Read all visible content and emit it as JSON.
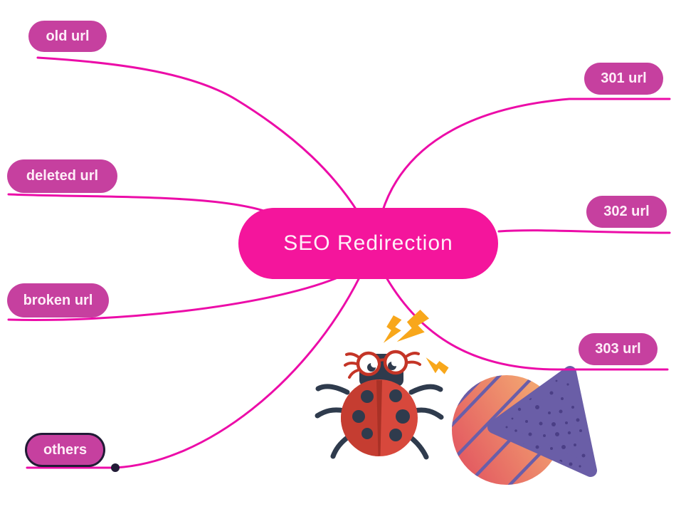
{
  "page": {
    "title": "SEO Redirection mind map",
    "background": "#ffffff"
  },
  "center": {
    "label": "SEO Redirection",
    "fill": "#f4159c",
    "text_color": "#feeff8"
  },
  "branches": {
    "left": [
      {
        "id": "old-url",
        "label": "old url"
      },
      {
        "id": "deleted-url",
        "label": "deleted url"
      },
      {
        "id": "broken-url",
        "label": "broken url"
      },
      {
        "id": "others",
        "label": "others",
        "outlined": true
      }
    ],
    "right": [
      {
        "id": "301-url",
        "label": "301 url"
      },
      {
        "id": "302-url",
        "label": "302 url"
      },
      {
        "id": "303-url",
        "label": "303 url"
      }
    ]
  },
  "colors": {
    "node_fill": "#c6409f",
    "node_text": "#ffeef8",
    "node_outline_dark": "#221b36",
    "connector": "#ec0ca8",
    "ladybug_red": "#d7483c",
    "ladybug_red_dark": "#c53d31",
    "ladybug_navy": "#2f3b4d",
    "glasses_rim_red": "#c43527",
    "lightning_yellow": "#f8a71b",
    "triangle_purple": "#6a5ea7",
    "speckle_purple": "#4b3f86",
    "circle_gradient_start": "#e25560",
    "circle_gradient_end": "#f5b073"
  },
  "illustrations": {
    "ladybug": "ladybug-with-glasses",
    "lightning": "lightning-bolts",
    "shape": "gradient-circle-with-purple-triangle"
  }
}
